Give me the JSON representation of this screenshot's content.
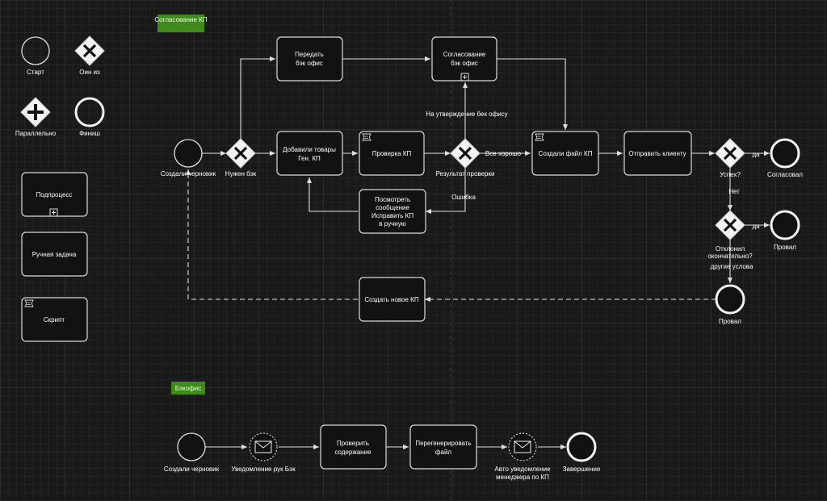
{
  "pools": {
    "main": "Согласование КП",
    "backoffice": "Бэкофис"
  },
  "legend": {
    "start": "Старт",
    "exclusive": "Оин из",
    "parallel": "Параллельно",
    "finish": "Финиш",
    "subprocess": "Подпроцесс",
    "manual_task": "Ручная задача",
    "script": "Скрипт"
  },
  "main_flow": {
    "start_event": "Создали черновик",
    "gw_need_back": "Нужен бэк",
    "task_transfer": [
      "Передать",
      "бэк офис"
    ],
    "task_approval": [
      "Согласование",
      "бэк офис"
    ],
    "task_added_goods": [
      "Добавили товары",
      "Ген. КП"
    ],
    "task_check": "Проверка КП",
    "gw_check_result": "Результат проверки",
    "edge_all_good": "Все хорошо",
    "edge_to_approval": "На утверждение бек офису",
    "edge_error": "Ошибка",
    "task_review": [
      "Посмотреть",
      "сообщение",
      "Исправить КП",
      "в ручную"
    ],
    "task_create_file": "Создали файл КП",
    "task_send_client": "Отправить клиенту",
    "gw_success": "Успех?",
    "edge_yes_1": "да",
    "end_approved": "Согласовал",
    "edge_no": "Нет",
    "gw_declined": [
      "Отклонил",
      "окончательно?"
    ],
    "edge_yes_2": "да",
    "end_fail_1": "Провал",
    "edge_other": "другие услова",
    "end_fail_2": "Провал",
    "task_new_kp": "Создать новое КП"
  },
  "back_flow": {
    "start_event": "Создали черновик",
    "msg_notify": "Уведомление рук Бэк",
    "task_check_content": [
      "Проверить",
      "содержание"
    ],
    "task_regenerate": [
      "Перегенерировать",
      "файл"
    ],
    "msg_auto": [
      "Авто уведомление",
      "менеджера по КП"
    ],
    "end_event": "Завершение"
  }
}
